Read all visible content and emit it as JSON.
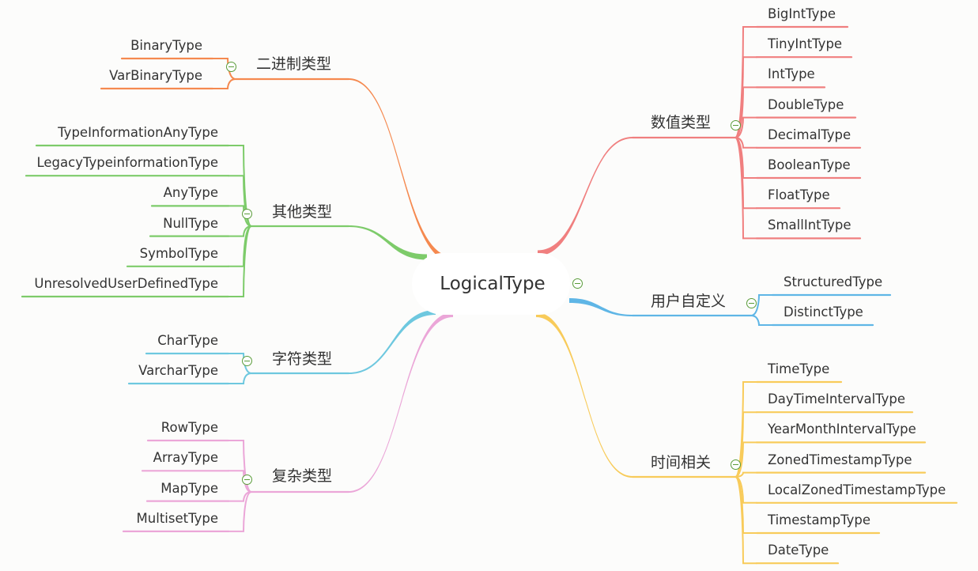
{
  "root": {
    "label": "LogicalType"
  },
  "branches": [
    {
      "id": "numeric",
      "label": "数值类型",
      "color": "#f07f7f",
      "items": [
        "BigIntType",
        "TinyIntType",
        "IntType",
        "DoubleType",
        "DecimalType",
        "BooleanType",
        "FloatType",
        "SmallIntType"
      ]
    },
    {
      "id": "user-defined",
      "label": "用户自定义",
      "color": "#5fb6e6",
      "items": [
        "StructuredType",
        "DistinctType"
      ]
    },
    {
      "id": "time",
      "label": "时间相关",
      "color": "#f8cb5a",
      "items": [
        "TimeType",
        "DayTimeIntervalType",
        "YearMonthIntervalType",
        "ZonedTimestampType",
        "LocalZonedTimestampType",
        "TimestampType",
        "DateType"
      ]
    },
    {
      "id": "binary",
      "label": "二进制类型",
      "color": "#f5894f",
      "items": [
        "BinaryType",
        "VarBinaryType"
      ]
    },
    {
      "id": "other",
      "label": "其他类型",
      "color": "#7dcb6a",
      "items": [
        "TypeInformationAnyType",
        "LegacyTypeinformationType",
        "AnyType",
        "NullType",
        "SymbolType",
        "UnresolvedUserDefinedType"
      ]
    },
    {
      "id": "char",
      "label": "字符类型",
      "color": "#6ec8df",
      "items": [
        "CharType",
        "VarcharType"
      ]
    },
    {
      "id": "complex",
      "label": "复杂类型",
      "color": "#eba6d8",
      "items": [
        "RowType",
        "ArrayType",
        "MapType",
        "MultisetType"
      ]
    }
  ],
  "collapse_icon": "minus-circle-icon"
}
